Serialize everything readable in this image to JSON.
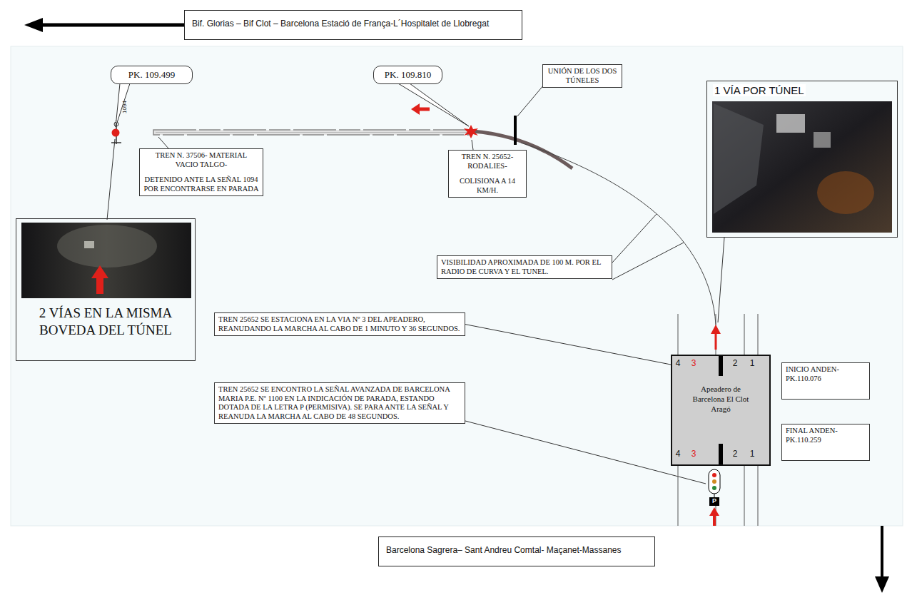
{
  "diagram": {
    "nodes": [
      {
        "text": [
          "Bif. Glorias – Bif Clot – Barcelona Estació de França-L´Hospitalet de Llobregat"
        ]
      },
      {
        "text": [
          "PK. 109.499"
        ]
      },
      {
        "text": [
          "PK. 109.810"
        ]
      },
      {
        "text": [
          "UNIÓN DE LOS DOS TÚNELES"
        ]
      },
      {
        "text": [
          "1 VÍA POR TÚNEL"
        ]
      },
      {
        "text": [
          "TREN N. 37506- MATERIAL VACIO TALGO-",
          "DETENIDO ANTE LA SEÑAL 1094 POR ENCONTRARSE EN PARADA"
        ]
      },
      {
        "text": [
          "TREN N. 25652- RODALIES-",
          "COLISIONA A 14 KM/H."
        ]
      },
      {
        "text": [
          "2 VÍAS EN LA MISMA BOVEDA DEL TÚNEL"
        ]
      },
      {
        "text": [
          "VISIBILIDAD APROXIMADA DE 100 M. POR EL RADIO DE CURVA Y EL TUNEL."
        ]
      },
      {
        "text": [
          "TREN 25652 SE ESTACIONA EN LA VIA Nº 3 DEL APEADERO, REANUDANDO LA MARCHA AL CABO DE 1 MINUTO Y 36 SEGUNDOS."
        ]
      },
      {
        "text": [
          "Apeadero de Barcelona El Clot Aragó"
        ]
      },
      {
        "text": [
          "INICIO ANDEN- PK.110.076"
        ]
      },
      {
        "text": [
          "FINAL ANDEN- PK.110.259"
        ]
      },
      {
        "text": [
          "TREN 25652 SE ENCONTRO LA SEÑAL AVANZADA DE BARCELONA MARIA P.E. Nº 1100 EN LA INDICACIÓN DE PARADA, ESTANDO DOTADA DE LA LETRA P (PERMISIVA). SE PARA ANTE LA SEÑAL Y REANUDA LA MARCHA AL CABO DE 48 SEGUNDOS."
        ]
      },
      {
        "text": [
          "Barcelona Sagrera– Sant Andreu Comtal- Maçanet-Massanes"
        ]
      }
    ],
    "edges": [
      {
        "from": 9,
        "to": 10,
        "arrow": "none"
      }
    ],
    "labels": [
      "1094",
      "4",
      "3",
      "2",
      "1",
      "4",
      "3",
      "2",
      "1",
      "P"
    ]
  }
}
